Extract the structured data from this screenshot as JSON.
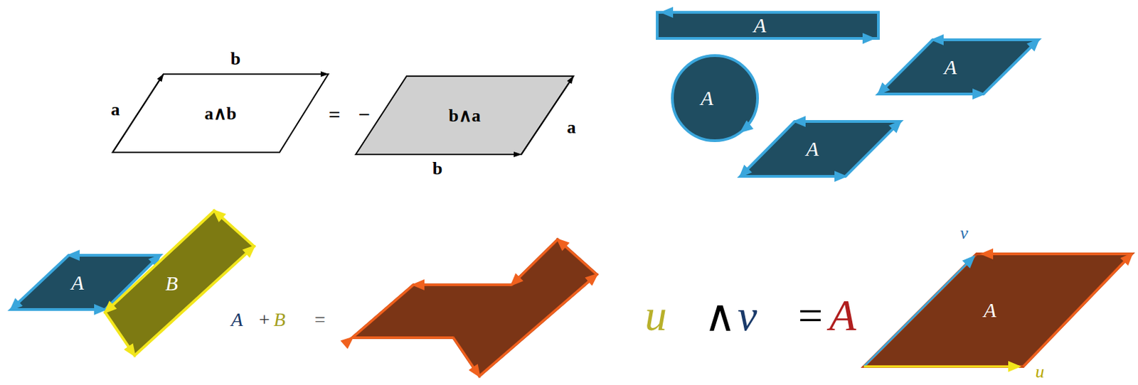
{
  "diagram": {
    "nodes": [
      {
        "text": [
          "a∧b"
        ]
      },
      {
        "text": [
          "b∧a"
        ]
      },
      {
        "text": [
          "A⃗"
        ]
      },
      {
        "text": [
          "A⃗"
        ]
      },
      {
        "text": [
          "A⃗"
        ]
      },
      {
        "text": [
          "A⃗"
        ]
      },
      {
        "text": [
          "A⃗"
        ]
      },
      {
        "text": [
          "B⃗"
        ]
      },
      {
        "text": [
          "A⃗"
        ]
      }
    ],
    "labels": [
      "b",
      "a",
      "=",
      "−",
      "a",
      "b",
      "A⃗",
      "+",
      "B⃗",
      "=",
      "u⃗",
      "∧",
      "v⃗",
      "=",
      "A⃗",
      "v⃗",
      "u⃗"
    ]
  }
}
